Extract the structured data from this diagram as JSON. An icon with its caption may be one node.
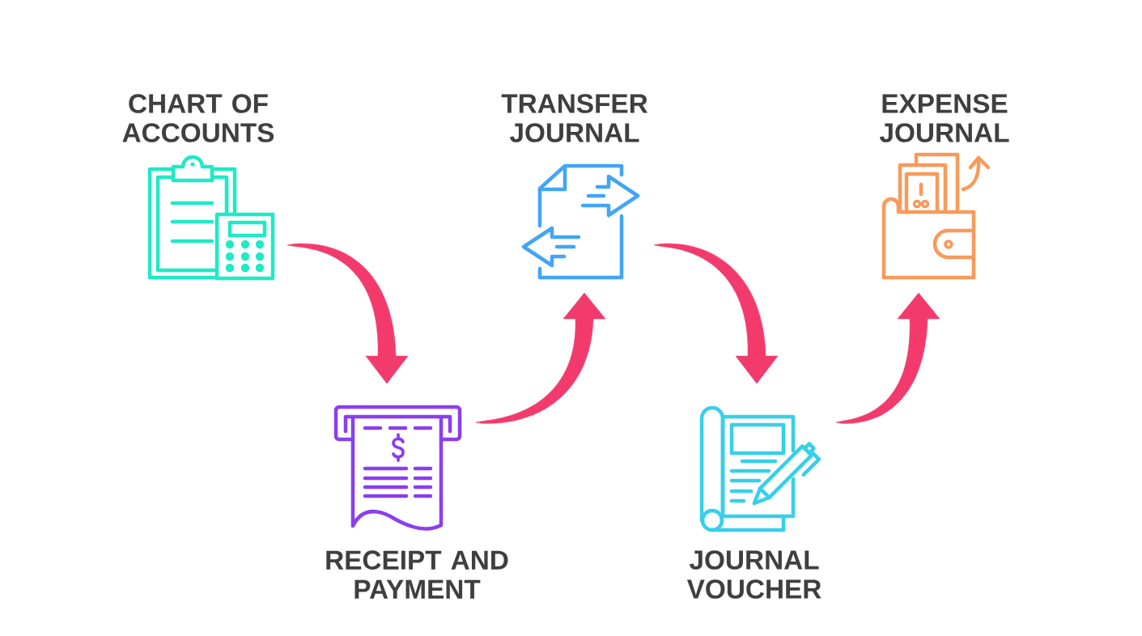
{
  "diagram": {
    "nodes": [
      {
        "text": [
          "CHART OF ACCOUNTS"
        ]
      },
      {
        "text": [
          "RECEIPT AND PAYMENT"
        ]
      },
      {
        "text": [
          "TRANSFER JOURNAL"
        ]
      },
      {
        "text": [
          "JOURNAL VOUCHER"
        ]
      },
      {
        "text": [
          "EXPENSE JOURNAL"
        ]
      }
    ],
    "edges": [
      {
        "from": 0,
        "to": 1,
        "arrow": "to"
      },
      {
        "from": 1,
        "to": 2,
        "arrow": "to"
      },
      {
        "from": 2,
        "to": 3,
        "arrow": "to"
      },
      {
        "from": 3,
        "to": 4,
        "arrow": "to"
      }
    ]
  }
}
